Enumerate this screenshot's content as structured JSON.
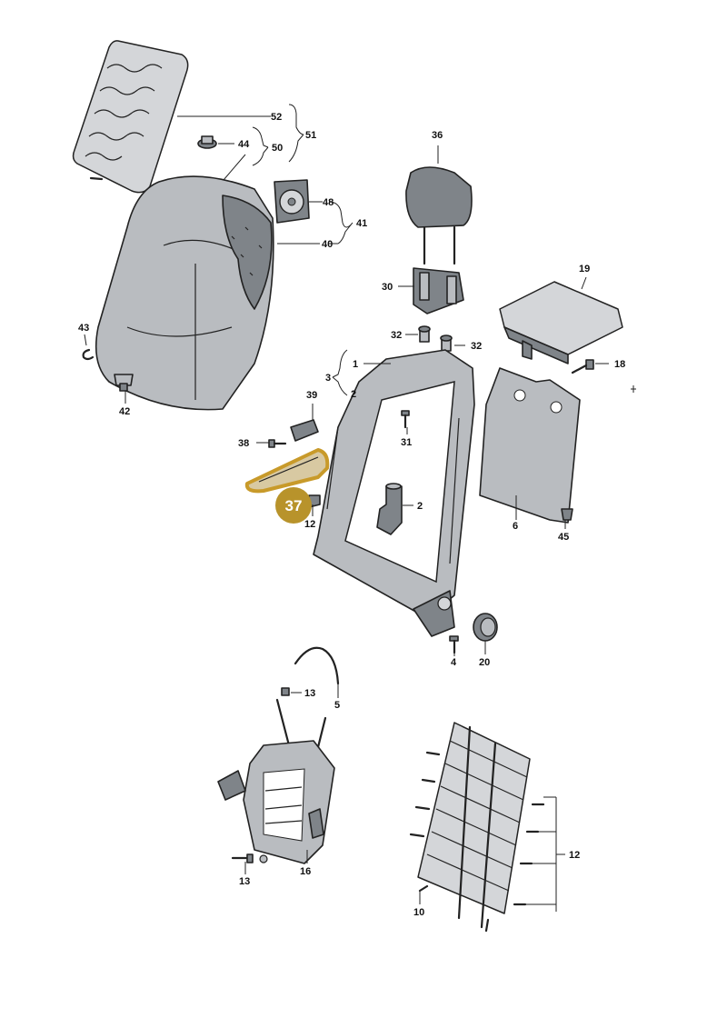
{
  "diagram": {
    "colors": {
      "highlight_fill": "#b8932b",
      "highlight_part": "#d8c9a2",
      "highlight_stroke": "#c89a2a",
      "part_grey": "#b9bcc0",
      "part_dark": "#7f8489"
    },
    "highlight": {
      "label": "37"
    },
    "labels": {
      "n1": "1",
      "n2": "2",
      "n2b": "2",
      "n3": "3",
      "n4": "4",
      "n5": "5",
      "n6": "6",
      "n10": "10",
      "n12a": "12",
      "n12b": "12",
      "n13a": "13",
      "n13b": "13",
      "n16": "16",
      "n18": "18",
      "n19": "19",
      "n20": "20",
      "n30": "30",
      "n31": "31",
      "n32a": "32",
      "n32b": "32",
      "n36": "36",
      "n38": "38",
      "n39": "39",
      "n40": "40",
      "n41": "41",
      "n42": "42",
      "n43": "43",
      "n44": "44",
      "n45": "45",
      "n48": "48",
      "n50": "50",
      "n51": "51",
      "n52": "52"
    }
  }
}
